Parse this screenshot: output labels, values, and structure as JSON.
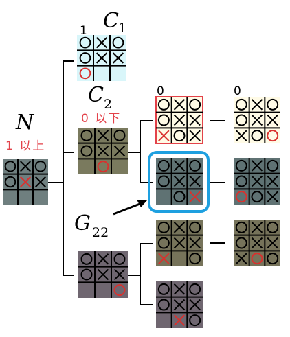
{
  "labels": {
    "N": "N",
    "N_note": "1 以上",
    "C": "C",
    "C1_sub": "1",
    "C2_sub": "2",
    "C2_note": "0 以下",
    "G": "G",
    "G_sub": "22",
    "C1_value": "1",
    "top_a_value": "0",
    "top_b_value": "0"
  },
  "colors": {
    "red_mark": "#d9312e",
    "highlight": "#1ea0e0",
    "bracket": "#000000"
  },
  "boards": [
    {
      "id": "N",
      "bg": "#6f7f7f",
      "cells": [
        "O",
        "X",
        "O",
        "O",
        "x",
        "X",
        "",
        "",
        ""
      ]
    },
    {
      "id": "C1",
      "bg": "#d9f6fa",
      "cells": [
        "O",
        "X",
        "O",
        "O",
        "X",
        "X",
        "o",
        "",
        ""
      ]
    },
    {
      "id": "C2",
      "bg": "#7a7a5e",
      "cells": [
        "O",
        "X",
        "O",
        "O",
        "X",
        "X",
        "",
        "o",
        ""
      ]
    },
    {
      "id": "G22",
      "bg": "#6f6670",
      "cells": [
        "O",
        "X",
        "O",
        "O",
        "X",
        "X",
        "",
        "",
        "o"
      ]
    },
    {
      "id": "c2a",
      "bg": "#fffbe6",
      "border": "#e3424a",
      "cells": [
        "O",
        "X",
        "O",
        "O",
        "X",
        "X",
        "x",
        "O",
        "X"
      ]
    },
    {
      "id": "c2b",
      "bg": "#5f7273",
      "cells": [
        "O",
        "X",
        "O",
        "O",
        "X",
        "X",
        "",
        "O",
        "x"
      ]
    },
    {
      "id": "c2a_next",
      "bg": "#fffbe6",
      "cells": [
        "O",
        "X",
        "O",
        "O",
        "X",
        "X",
        "X",
        "O",
        "o"
      ]
    },
    {
      "id": "c2b_next",
      "bg": "#5f7273",
      "cells": [
        "O",
        "X",
        "O",
        "O",
        "X",
        "X",
        "o",
        "O",
        "X"
      ]
    },
    {
      "id": "g1",
      "bg": "#76735a",
      "cells": [
        "O",
        "X",
        "O",
        "O",
        "X",
        "X",
        "x",
        "",
        "O"
      ]
    },
    {
      "id": "g1_next",
      "bg": "#76735a",
      "cells": [
        "O",
        "X",
        "O",
        "O",
        "X",
        "X",
        "X",
        "o",
        "O"
      ]
    },
    {
      "id": "g2",
      "bg": "#6f6670",
      "cells": [
        "O",
        "X",
        "O",
        "O",
        "X",
        "X",
        "",
        "x",
        "O"
      ]
    }
  ]
}
